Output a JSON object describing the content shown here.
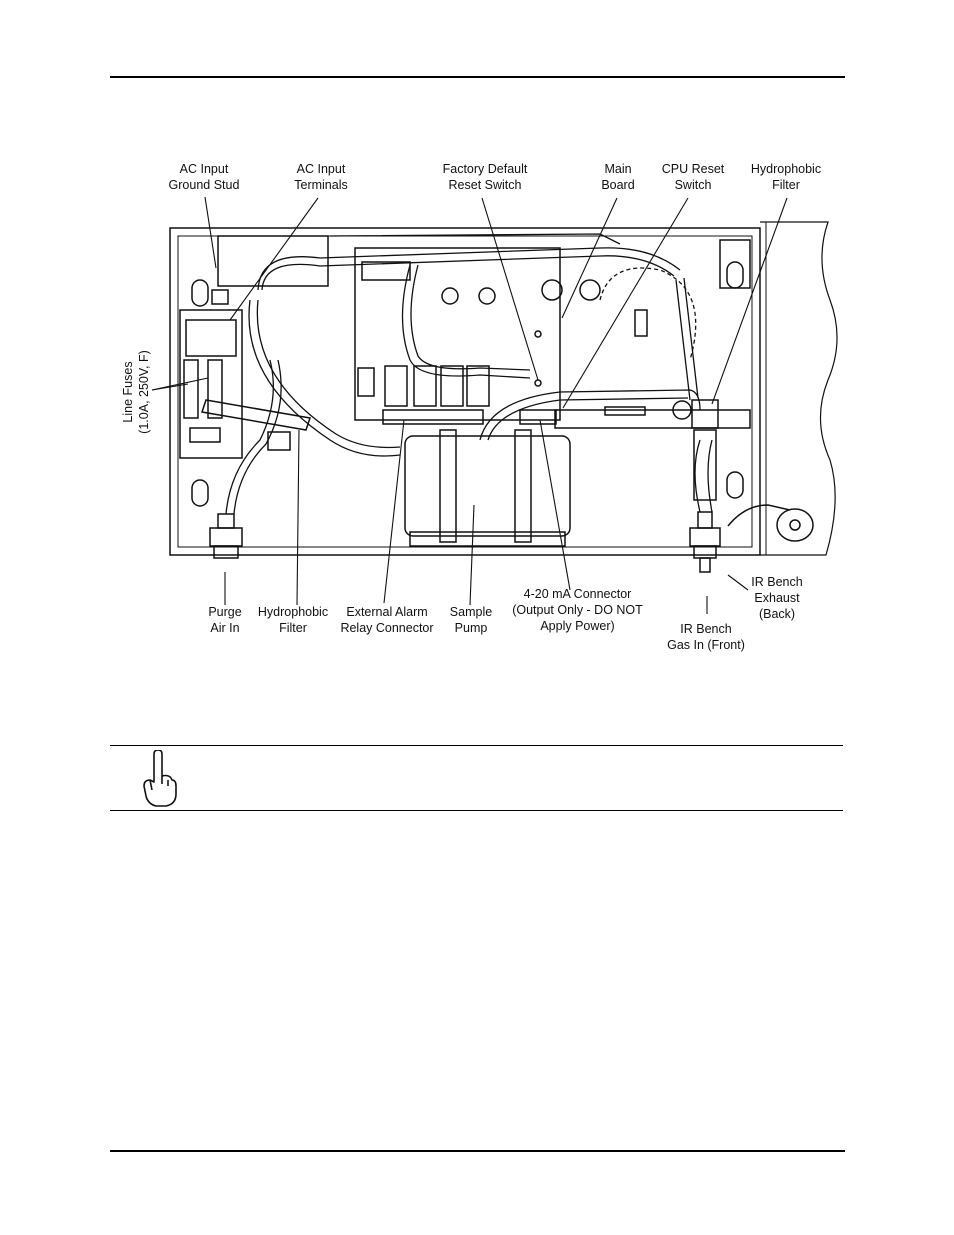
{
  "labels": {
    "ac_ground": [
      "AC Input",
      "Ground Stud"
    ],
    "ac_terminals": [
      "AC Input",
      "Terminals"
    ],
    "factory_reset": [
      "Factory Default",
      "Reset Switch"
    ],
    "main_board": [
      "Main",
      "Board"
    ],
    "cpu_reset": [
      "CPU Reset",
      "Switch"
    ],
    "hydrophobic_top": [
      "Hydrophobic",
      "Filter"
    ],
    "line_fuses": [
      "Line Fuses",
      "(1.0A, 250V, F)"
    ],
    "purge_air": [
      "Purge",
      "Air In"
    ],
    "hydrophobic_bottom": [
      "Hydrophobic",
      "Filter"
    ],
    "ext_alarm": [
      "External Alarm",
      "Relay Connector"
    ],
    "sample_pump": [
      "Sample",
      "Pump"
    ],
    "connector_420": [
      "4-20 mA Connector",
      "(Output Only -  DO NOT",
      "Apply Power)"
    ],
    "ir_exhaust": [
      "IR Bench",
      "Exhaust",
      "(Back)"
    ],
    "ir_gas_in": [
      "IR Bench",
      "Gas In (Front)"
    ]
  },
  "icons": {
    "note": "pointing-hand-icon"
  }
}
